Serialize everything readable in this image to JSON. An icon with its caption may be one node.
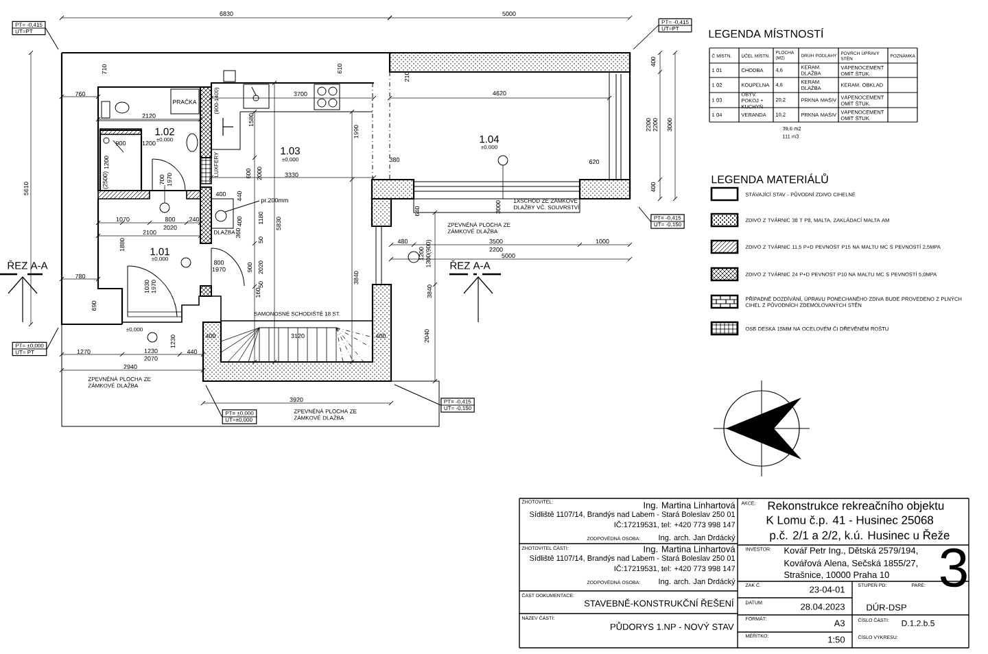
{
  "diagram": {
    "nodes": [
      {
        "text": [
          "PT= -0,415",
          "UT=PT"
        ]
      },
      {
        "text": [
          "PT= -0,415",
          "UT=PT"
        ]
      },
      {
        "text": [
          "PT= -0,415",
          "UT= -0,150"
        ]
      },
      {
        "text": [
          "PT= ±0,000",
          "UT= PT"
        ]
      },
      {
        "text": [
          "PT= ±0,000",
          "UT=±0,000"
        ]
      },
      {
        "text": [
          "PT= -0,415",
          "UT= -0,150"
        ]
      },
      {
        "text": [
          "pr.200mm"
        ]
      },
      {
        "text": [],
        "shape": "circle"
      }
    ],
    "edges": [
      {
        "from": 0,
        "to": null,
        "arrow": "none"
      },
      {
        "from": 1,
        "to": null,
        "arrow": "none"
      },
      {
        "from": 2,
        "to": null,
        "arrow": "none"
      },
      {
        "from": 3,
        "to": null,
        "arrow": "none"
      },
      {
        "from": 4,
        "to": null,
        "arrow": "none"
      },
      {
        "from": 5,
        "to": null,
        "arrow": "none"
      },
      {
        "from": 6,
        "to": 7,
        "arrow": "none"
      }
    ],
    "labels": [
      "6830",
      "5000",
      "710",
      "610",
      "760",
      "PRAČKA",
      "(900-1400)",
      "3700",
      "210",
      "4620",
      "2120",
      "1580",
      "1990",
      "1.02",
      "±0,000",
      "900",
      "1200",
      "1.03",
      "±0,000",
      "1.04",
      "±0,000",
      "380",
      "620",
      "400",
      "2200",
      "2200",
      "3000",
      "1200",
      "LUXFERY",
      "700",
      "1970",
      "600",
      "2000",
      "3330",
      "(2500)",
      "400",
      "400",
      "440",
      "640",
      "3000",
      "1XSCHOD ZE ZÁMKOVÉ DLAŽBY VČ. SOUVRSTVÍ",
      "400",
      "1180",
      "1070",
      "800",
      "240",
      "5830",
      "ZPEVNĚNÁ PLOCHA ZE ZÁMKOVÉ DLAŽBA",
      "2020",
      "DLAŽBA",
      "360",
      "2100",
      "50",
      "480",
      "3500",
      "1000",
      "1880",
      "2200",
      "1.01",
      "±0,000",
      "1200",
      "1300(900)",
      "5000",
      "800",
      "1970",
      "900",
      "2020",
      "ŘEZ A-A",
      "ŘEZ A-A",
      "780",
      "3840",
      "50",
      "1030",
      "1970",
      "160",
      "3840",
      "690",
      "SAMONOSNÉ SCHODIŠTĚ 18 ST.",
      "±0,000",
      "400",
      "3120",
      "400",
      "2040",
      "1270",
      "1230",
      "1230",
      "440",
      "2070",
      "2940",
      "ZPEVNĚNÁ PLOCHA ZE ZÁMKOVÉ DLAŽBA",
      "3920",
      "ZPEVNĚNÁ PLOCHA ZE ZÁMKOVÉ DLAŽBA",
      "5610",
      "LEGENDA MÍSTNOSTÍ",
      "Č MÍSTN.",
      "ÚČEL MÍSTN.",
      "PLOCHA (M2)",
      "DRUH PODLAHY",
      "POVRCH ÚPRAVY STĚN",
      "POZNÁMKA",
      "1 01",
      "CHODBA",
      "4,6",
      "KERAM. DLAŽBA",
      "VÁPENOCEMENT OMÍT ŠTUK.",
      "1 02",
      "KOUPELNA",
      "4,6",
      "KERAM. DLAŽBA",
      "KERAM. OBKLAD",
      "1 03",
      "OBÝV. POKOJ + KUCHYŇ",
      "20,2",
      "PRKNA MASIV",
      "VÁPENOCEMENT OMÍT ŠTUK.",
      "1 04",
      "VERANDA",
      "10,2",
      "PRKNA MASIV",
      "VÁPENOCEMENT OMÍT ŠTUK.",
      "39,6 m2",
      "111 m3",
      "LEGENDA MATERIÁLŮ",
      "ZHOTOVITEL:",
      "Ing. Martina Linhartová",
      "Sídliště 1107/14, Brandýs nad Labem - Stará Boleslav 250 01",
      "IČ:17219531, tel: +420 773 998 147",
      "ZODPOVĚDNÁ OSOBA:",
      "Ing. arch. Jan Drdácký",
      "AKCE:",
      "Rekonstrukce rekreačního objektu",
      "K Lomu č.p. 41 - Husinec 25068",
      "p.č. 2/1 a 2/2, k.ú. Husinec u Řeže",
      "ZHOTOVITEL ČÁSTI:",
      "Ing. Martina Linhartová",
      "Sídliště 1107/14, Brandýs nad Labem - Stará Boleslav 250 01",
      "IČ:17219531, tel: +420 773 998 147",
      "ZODPOVĚDNÁ OSOBA:",
      "Ing. arch. Jan Drdácký",
      "INVESTOR:",
      "Kovář Petr Ing., Dětská 2579/194,",
      "Kovářová Alena, Sečská 1855/27,",
      "Strašnice, 10000 Praha 10",
      "3",
      "ČÁST DOKUMENTACE:",
      "STAVEBNĚ-KONSTRUKČNÍ ŘEŠENÍ",
      "ZAK Č.",
      "23-04-01",
      "STUPEŇ PD:",
      "PARÉ:",
      "DATUM:",
      "28.04.2023",
      "DÚR-DSP",
      "NÁZEV ČÁSTI:",
      "PŮDORYS 1.NP - NOVÝ STAV",
      "FORMÁT:",
      "A3",
      "ČÍSLO ČÁSTI:",
      "D.1.2.b.5",
      "MĚŘÍTKO:",
      "1:50",
      "ČÍSLO VÝKRESU:"
    ],
    "legend": [
      {
        "text": "STÁVAJÍCÍ STAV - PŮVODNÍ ZDIVO CIHELNÉ"
      },
      {
        "text": "ZDIVO Z TVÁRNIC 38 T P8, MALTA, ZAKLÁDACÍ MALTA AM"
      },
      {
        "text": "ZDIVO Z TVÁRNIC 11,5 P+D PEVNOST P15 NA MALTU MC S PEVNOSTÍ 2,5MPA"
      },
      {
        "text": "ZDIVO Z TVÁRNIC 24 P+D PEVNOST P10 NA MALTU MC S PEVNOSTÍ 5,0MPA"
      },
      {
        "text": "PŘÍPADNÉ DOZDÍVÁNÍ, ÚPRAVU PONECHANÉHO ZDIVA BUDE PROVEDENO Z PLNÝCH CIHEL Z PŮVODNÍCH ZDEMOLOVANÝCH STĚN"
      },
      {
        "text": "OSB DESKA 15MM NA OCELOVÉM ČI DŘEVĚNÉM ROŠTU"
      }
    ]
  }
}
